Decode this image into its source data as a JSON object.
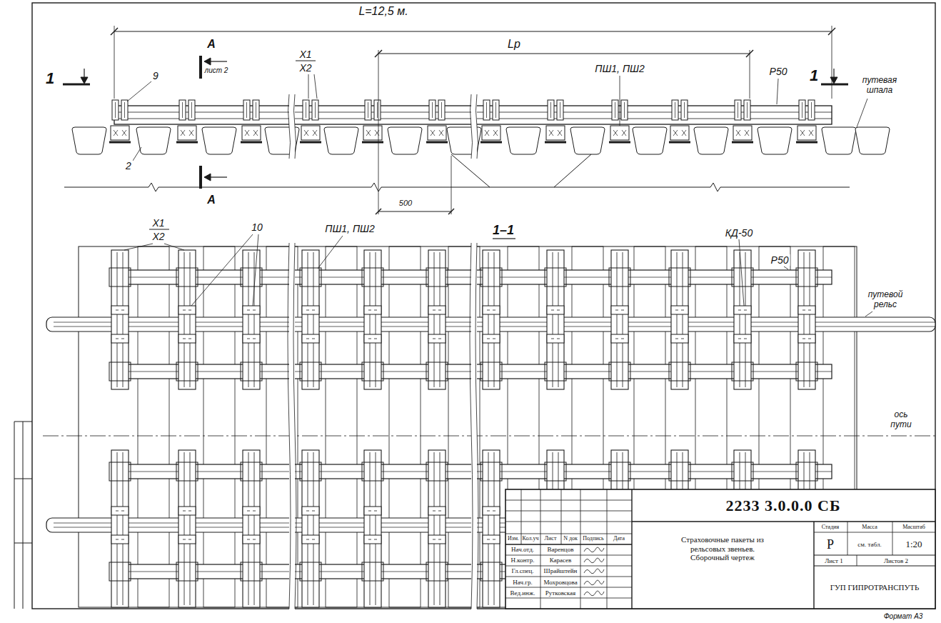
{
  "diagram": {
    "labels": [
      "L=12,5 м.",
      "Lр",
      "1",
      "1",
      "А",
      "лист 2",
      "А",
      "9",
      "2",
      "Х1",
      "Х2",
      "ПШ1, ПШ2",
      "Р50",
      "путевая шпала",
      "500",
      "1–1",
      "Х1",
      "Х2",
      "10",
      "ПШ1, ПШ2",
      "КД-50",
      "Р50",
      "путевой рельс",
      "ось пути",
      "2233 3.0.0.0 СБ",
      "Изм.",
      "Кол.уч",
      "Лист",
      "N док",
      "Подпись",
      "Дата",
      "Нач.отд.",
      "Варенцов",
      "Н.контр.",
      "Карасев",
      "Гл.спец.",
      "Шрайштейн",
      "Нач.гр.",
      "Мохровцова",
      "Вед.инж.",
      "Рутковская",
      "Страховочные пакеты из рельсовых звеньев. Сборочный чертеж",
      "Стадия",
      "Масса",
      "Масштаб",
      "Р",
      "см. табл.",
      "1:20",
      "Лист 1",
      "Листов 2",
      "ГУП ГИПРОТРАНСПУТЬ",
      "Формат А3"
    ]
  }
}
